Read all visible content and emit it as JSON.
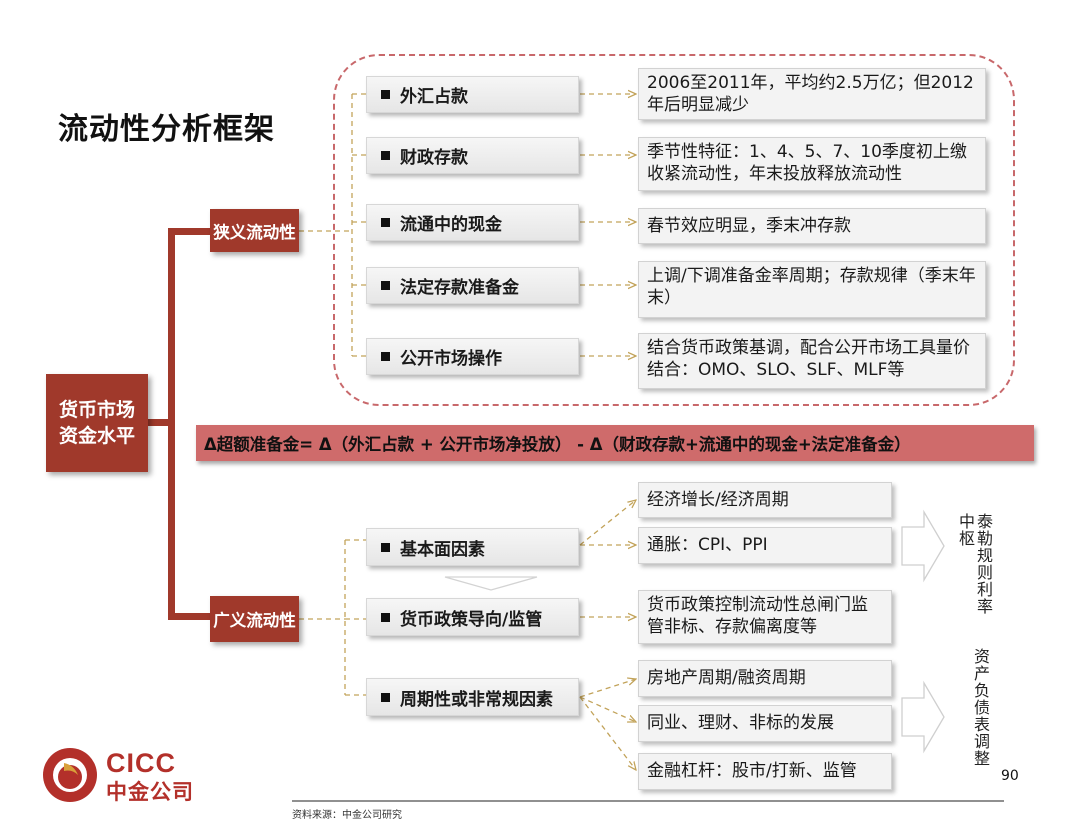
{
  "title": "流动性分析框架",
  "root": "货币市场资金水平",
  "narrow": {
    "label": "狭义流动性",
    "items": [
      {
        "label": "外汇占款",
        "desc": "2006至2011年，平均约2.5万亿；但2012年后明显减少"
      },
      {
        "label": "财政存款",
        "desc": "季节性特征：1、4、5、7、10季度初上缴收紧流动性，年末投放释放流动性"
      },
      {
        "label": "流通中的现金",
        "desc": "春节效应明显，季末冲存款"
      },
      {
        "label": "法定存款准备金",
        "desc": "上调/下调准备金率周期；存款规律（季末年末）"
      },
      {
        "label": "公开市场操作",
        "desc": "结合货币政策基调，配合公开市场工具量价结合：OMO、SLO、SLF、MLF等"
      }
    ]
  },
  "formula": "Δ超额准备金= Δ（外汇占款 + 公开市场净投放） - Δ（财政存款+流通中的现金+法定准备金）",
  "broad": {
    "label": "广义流动性",
    "items": [
      {
        "label": "基本面因素",
        "subs": [
          "经济增长/经济周期",
          "通胀：CPI、PPI"
        ]
      },
      {
        "label": "货币政策导向/监管",
        "subs": [
          "货币政策控制流动性总闸门监管非标、存款偏离度等"
        ]
      },
      {
        "label": "周期性或非常规因素",
        "subs": [
          "房地产周期/融资周期",
          "同业、理财、非标的发展",
          "金融杠杆：股市/打新、监管"
        ]
      }
    ]
  },
  "side_labels": {
    "anchor_left": "中枢",
    "anchor_right": "泰勒规则利率",
    "balance": "资产负债表调整"
  },
  "logo": {
    "name": "CICC",
    "cn": "中金公司"
  },
  "page_number": "90",
  "source": "资料来源：中金公司研究",
  "colors": {
    "brand_red": "#a0392b",
    "formula_bar": "#cf6b6b",
    "dashed_border": "#c8686b"
  }
}
